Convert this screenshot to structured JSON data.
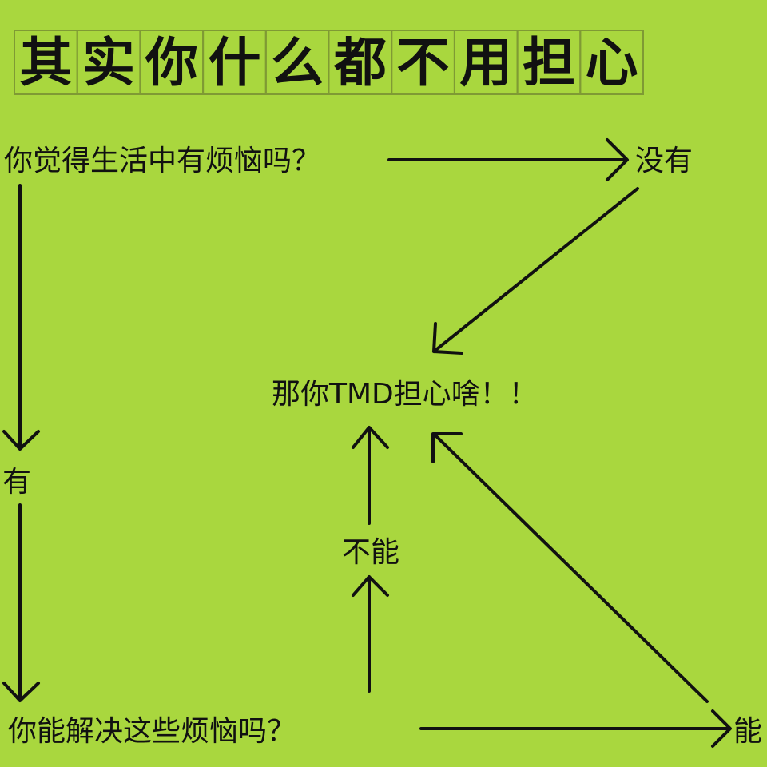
{
  "title_chars": [
    "其",
    "实",
    "你",
    "什",
    "么",
    "都",
    "不",
    "用",
    "担",
    "心"
  ],
  "nodes": {
    "q1": "你觉得生活中有烦恼吗？",
    "no": "没有",
    "result": "那你TMD担心啥！！",
    "yes": "有",
    "q2": "你能解决这些烦恼吗？",
    "cannot": "不能",
    "can": "能"
  },
  "colors": {
    "background": "#a9d73e",
    "ink": "#111111"
  }
}
